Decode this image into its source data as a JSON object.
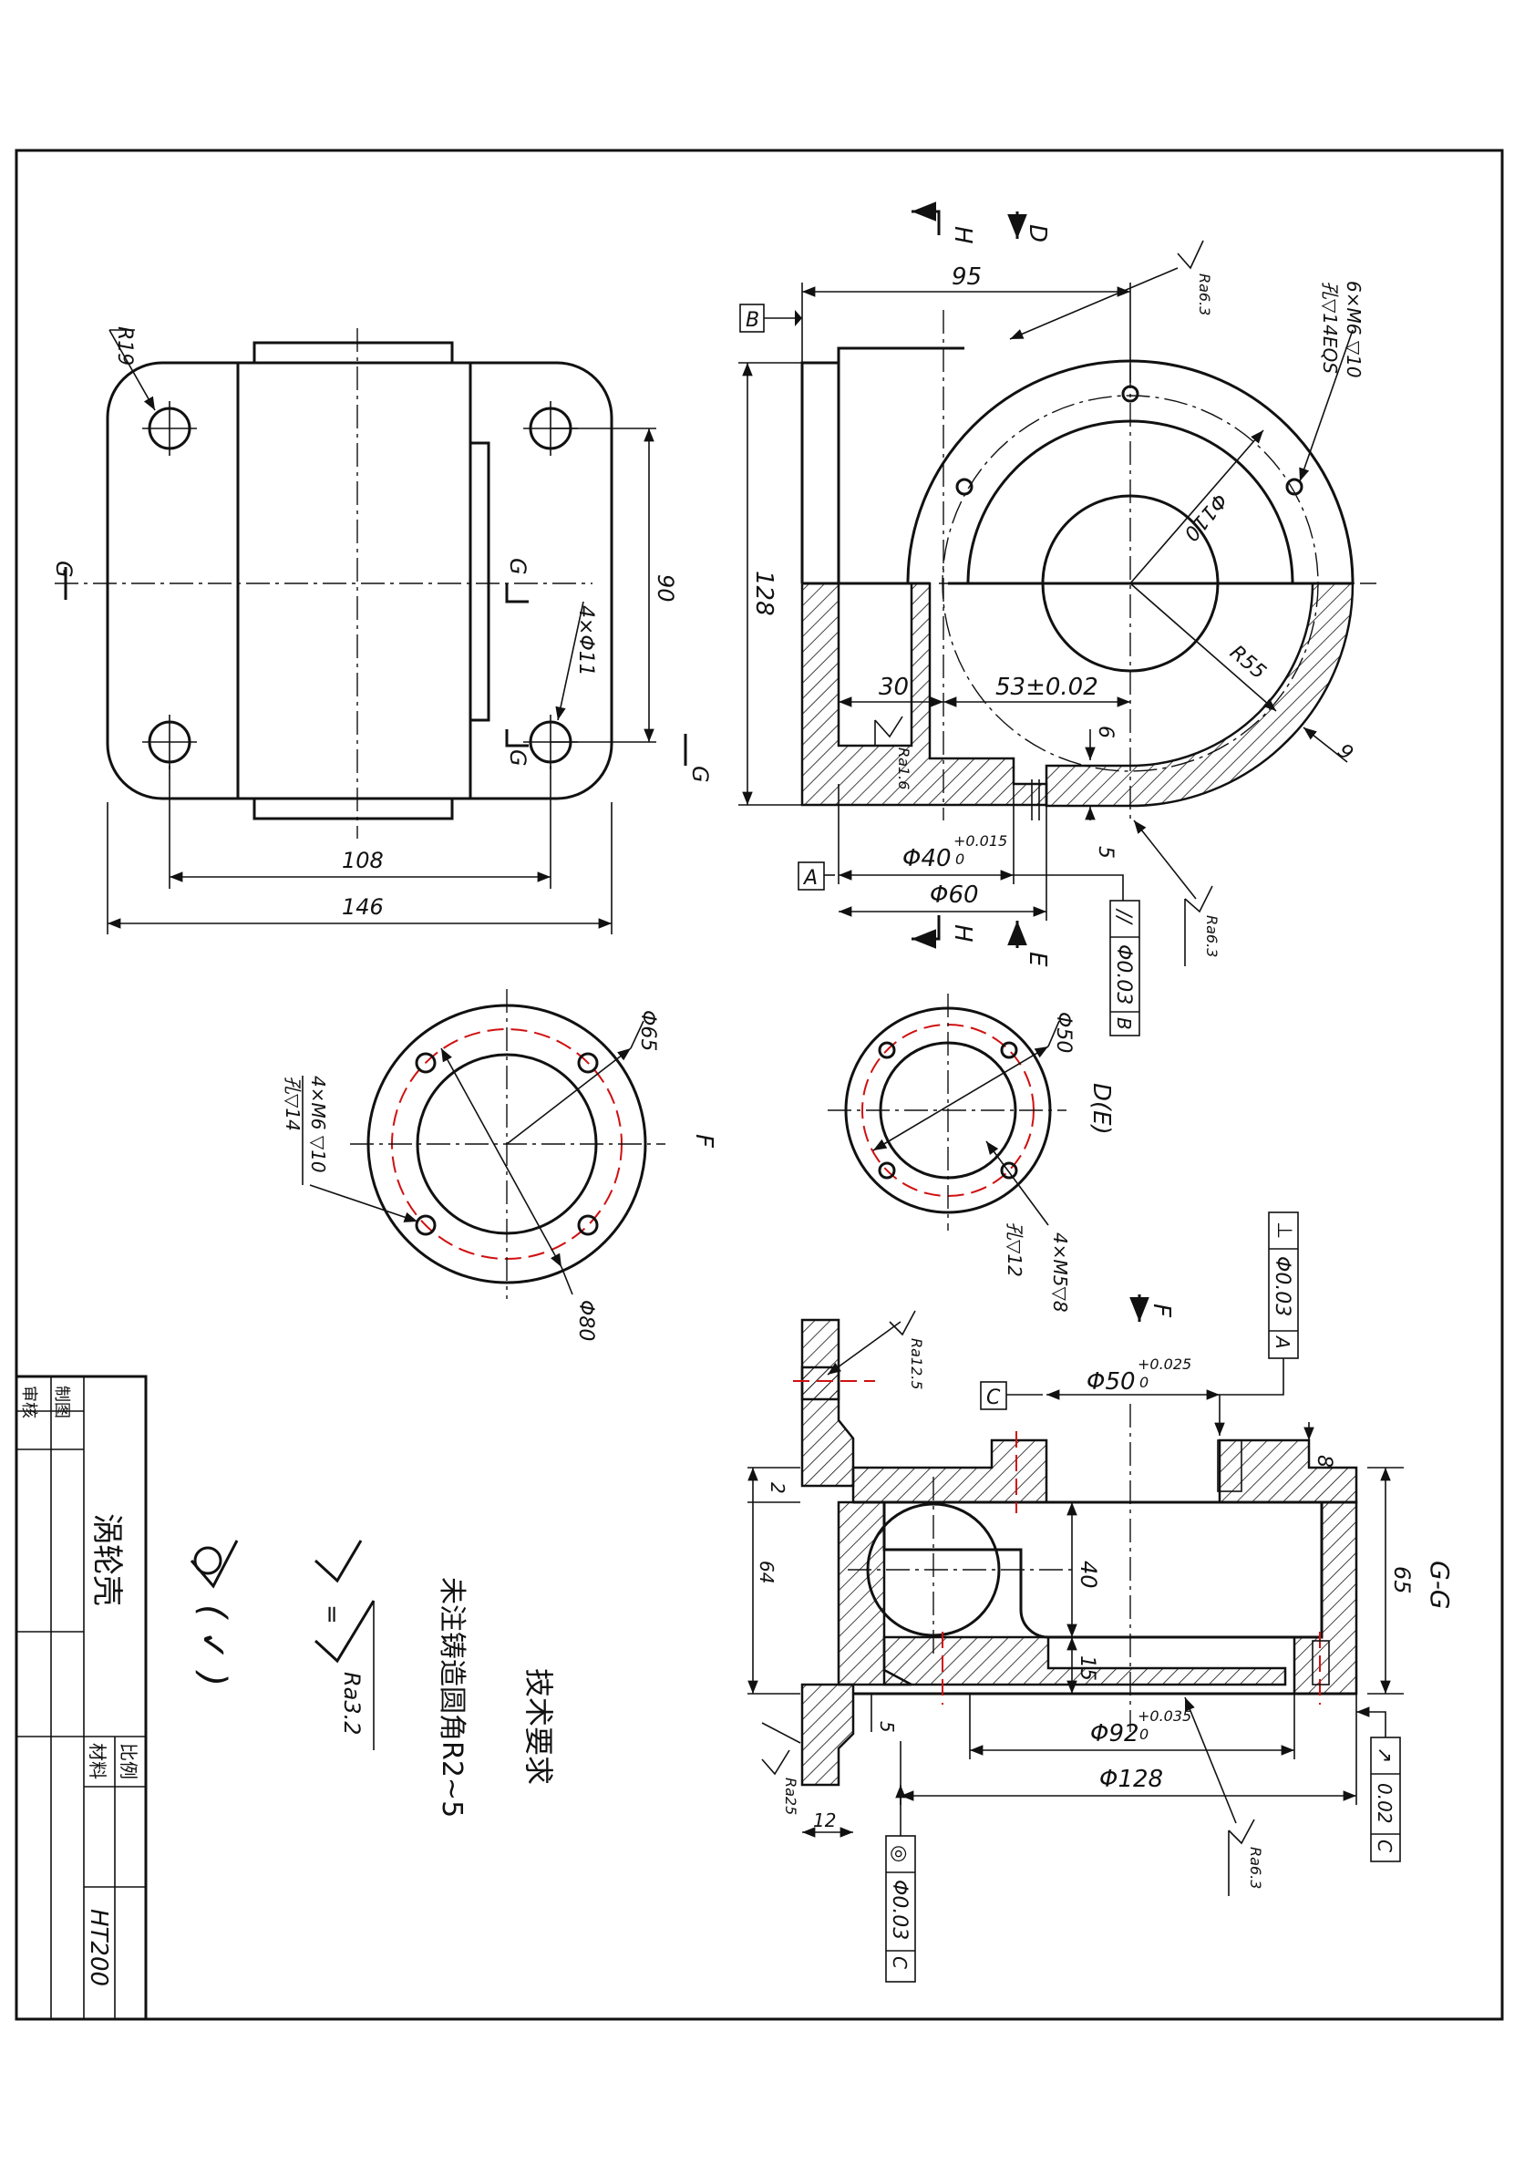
{
  "title_block": {
    "part_name": "涡轮壳",
    "drawn_label": "制图",
    "checked_label": "审核",
    "scale_label": "比例",
    "material_label": "材料",
    "material_value": "HT200"
  },
  "technical_requirements": {
    "heading": "技术要求",
    "item1": "未注铸造圆角R2~5",
    "equals": "=",
    "roughness": "Ra3.2",
    "paren": "( ✓ )"
  },
  "view_labels": {
    "G": "G",
    "H": "H",
    "D": "D",
    "E": "E",
    "F": "F",
    "DE": "D(E)",
    "GG": "G-G"
  },
  "datums": {
    "A": "A",
    "B": "B",
    "C": "C"
  },
  "dims_top_view": {
    "r19": "R19",
    "d90": "90",
    "hole4": "4×Φ11",
    "d108": "108",
    "d146": "146"
  },
  "dims_main_view": {
    "d95": "95",
    "d128": "128",
    "d30": "30",
    "d53": "53±0.02",
    "d6": "6",
    "d5": "5",
    "d40": "Φ40",
    "d40_tol_up": "+0.015",
    "d40_tol_low": "0",
    "d60": "Φ60",
    "r55": "R55",
    "t9": "9",
    "pcd110": "Φ110",
    "thread6": "6×M6 ▽10",
    "hole6": "孔▽14EQS",
    "ra63_a": "Ra6.3",
    "ra16": "Ra1.6",
    "ra63_b": "Ra6.3"
  },
  "tolerance_frames": {
    "parallel": {
      "symbol": "//",
      "value": "Φ0.03",
      "datum": "B"
    },
    "perpendicular": {
      "symbol": "⊥",
      "value": "Φ0.03",
      "datum": "A"
    },
    "runout": {
      "symbol": "↗",
      "value": "0.02",
      "datum": "C"
    },
    "concentric": {
      "symbol": "◎",
      "value": "Φ0.03",
      "datum": "C"
    }
  },
  "dims_flange_F": {
    "d65": "Φ65",
    "d80": "Φ80",
    "thread": "4×M6 ▽10",
    "hole": "孔▽14"
  },
  "dims_flange_DE": {
    "d50": "Φ50",
    "thread": "4×M5▽8",
    "hole": "孔▽12"
  },
  "dims_section_GG": {
    "d50": "Φ50",
    "d50_tol_up": "+0.025",
    "d50_tol_low": "0",
    "d8": "8",
    "d2": "2",
    "d64": "64",
    "d40": "40",
    "d15": "15",
    "d65": "65",
    "d5": "5",
    "d92": "Φ92",
    "d92_tol_up": "+0.035",
    "d92_tol_low": "0",
    "d128": "Φ128",
    "d12": "12",
    "ra125": "Ra12.5",
    "ra25": "Ra25",
    "ra63": "Ra6.3"
  }
}
